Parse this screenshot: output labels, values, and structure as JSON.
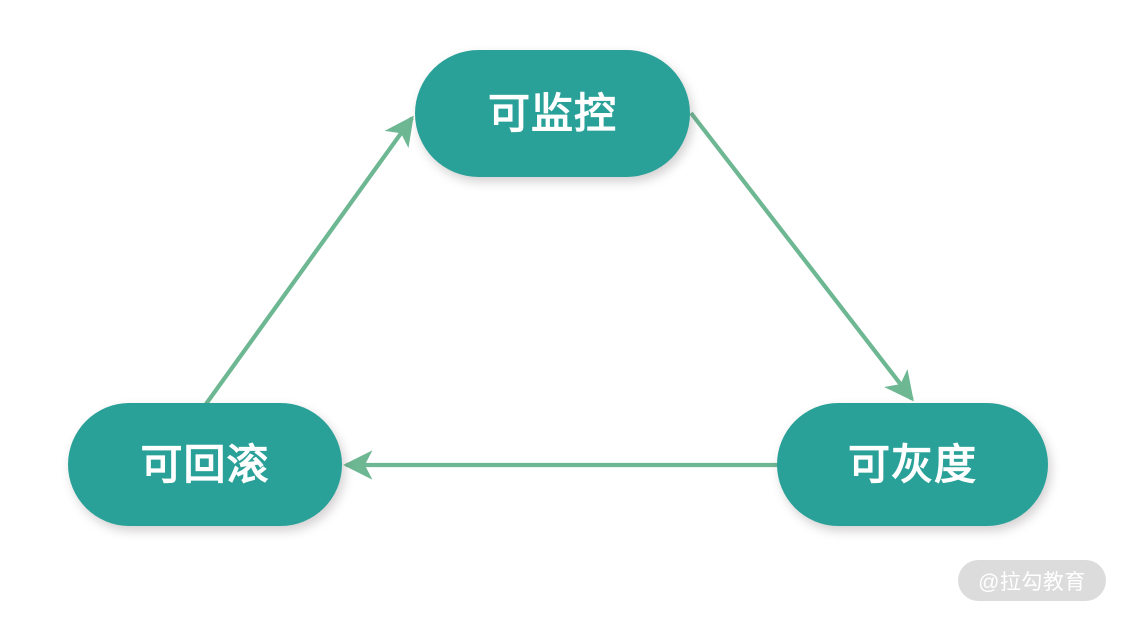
{
  "diagram": {
    "title": "",
    "background_color": "#ffffff",
    "node_fill_color": "#2aa198",
    "node_text_color": "#ffffff",
    "edge_color": "#6db793",
    "nodes": [
      {
        "id": "monitor",
        "label": "可监控"
      },
      {
        "id": "rollback",
        "label": "可回滚"
      },
      {
        "id": "gray",
        "label": "可灰度"
      }
    ],
    "edges": [
      {
        "id": "rollback-to-monitor",
        "from": "可回滚",
        "to": "可监控",
        "direction": "up-right",
        "arrowhead": "end"
      },
      {
        "id": "monitor-to-gray",
        "from": "可监控",
        "to": "可灰度",
        "direction": "down-right",
        "arrowhead": "end"
      },
      {
        "id": "gray-to-rollback",
        "from": "可灰度",
        "to": "可回滚",
        "direction": "left",
        "arrowhead": "end"
      }
    ]
  },
  "watermark": {
    "text": "@拉勾教育",
    "pill_color": "#dcdcdc",
    "text_color": "#ffffff"
  }
}
